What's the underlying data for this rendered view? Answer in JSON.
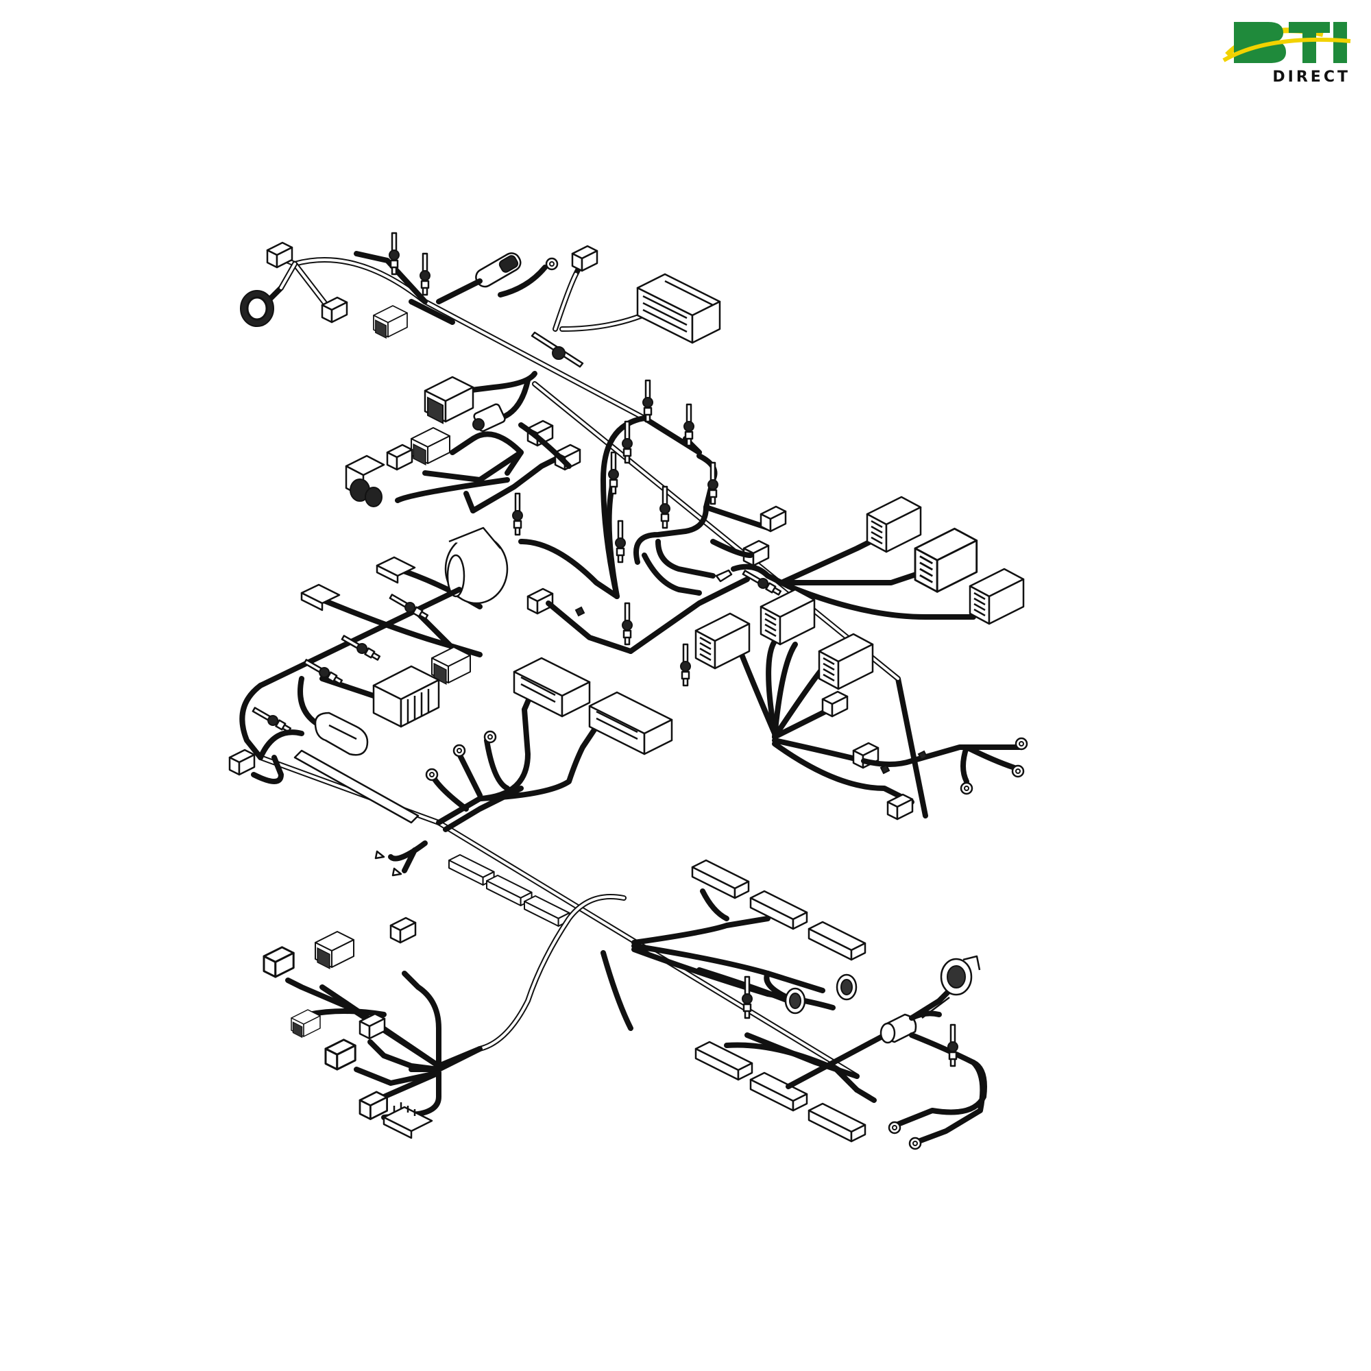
{
  "logo": {
    "brand": "BTI",
    "subtitle": "DIRECT",
    "colors": {
      "green": "#1f8a3b",
      "yellow": "#f2d200",
      "dark": "#111111"
    }
  },
  "diagram": {
    "kind": "wiring-harness-exploded-view",
    "line_color": "#111111",
    "background": "#ffffff"
  }
}
